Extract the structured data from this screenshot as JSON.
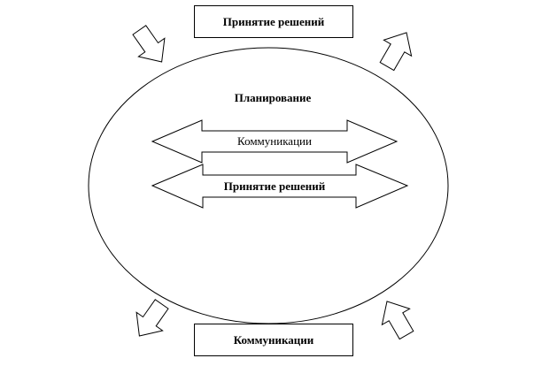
{
  "top_box": "Принятие решений",
  "bottom_box": "Коммуникации",
  "center_title": "Планирование",
  "arrow_upper_label": "Коммуникации",
  "arrow_lower_label": "Принятие решений"
}
